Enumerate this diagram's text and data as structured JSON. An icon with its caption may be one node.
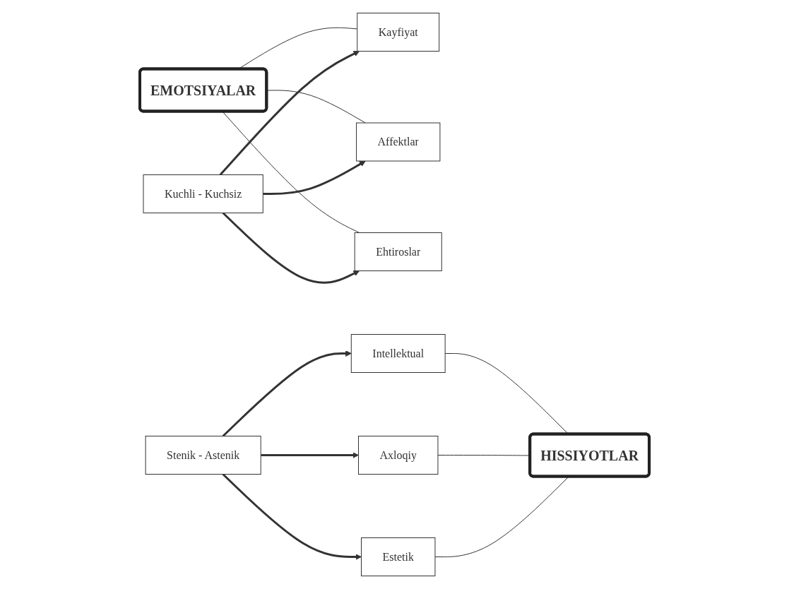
{
  "diagram": {
    "nodes": [
      {
        "text": [
          "EMOTSIYALAR"
        ]
      },
      {
        "text": [
          "Kayfiyat"
        ]
      },
      {
        "text": [
          "Affektlar"
        ]
      },
      {
        "text": [
          "Ehtiroslar"
        ]
      },
      {
        "text": [
          "Kuchli - Kuchsiz"
        ]
      },
      {
        "text": [
          "Stenik - Astenik"
        ]
      },
      {
        "text": [
          "Intellektual"
        ]
      },
      {
        "text": [
          "Axloqiy"
        ]
      },
      {
        "text": [
          "Estetik"
        ]
      },
      {
        "text": [
          "HISSIYOTLAR"
        ]
      }
    ],
    "edges": [
      {
        "from": 0,
        "to": 1,
        "arrow": "none"
      },
      {
        "from": 0,
        "to": 2,
        "arrow": "none"
      },
      {
        "from": 0,
        "to": 3,
        "arrow": "none"
      },
      {
        "from": 4,
        "to": 1,
        "arrow": "to",
        "style": "thick"
      },
      {
        "from": 4,
        "to": 2,
        "arrow": "to",
        "style": "thick"
      },
      {
        "from": 4,
        "to": 3,
        "arrow": "to",
        "style": "thick"
      },
      {
        "from": 5,
        "to": 6,
        "arrow": "to",
        "style": "thick"
      },
      {
        "from": 5,
        "to": 7,
        "arrow": "to",
        "style": "thick"
      },
      {
        "from": 5,
        "to": 8,
        "arrow": "to",
        "style": "thick"
      },
      {
        "from": 6,
        "to": 9,
        "arrow": "none"
      },
      {
        "from": 7,
        "to": 9,
        "arrow": "none"
      },
      {
        "from": 8,
        "to": 9,
        "arrow": "none"
      }
    ]
  }
}
